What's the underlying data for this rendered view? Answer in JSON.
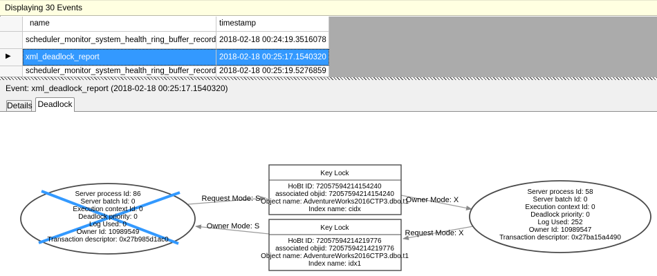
{
  "header": {
    "title": "Displaying 30 Events"
  },
  "grid": {
    "columns": [
      "name",
      "timestamp"
    ],
    "marker_glyph": "▶",
    "rows": [
      {
        "name": "scheduler_monitor_system_health_ring_buffer_recorded",
        "timestamp": "2018-02-18 00:24:19.3516078",
        "selected": false
      },
      {
        "name": "xml_deadlock_report",
        "timestamp": "2018-02-18 00:25:17.1540320",
        "selected": true
      },
      {
        "name": "scheduler_monitor_system_health_ring_buffer_recorded",
        "timestamp": "2018-02-18 00:25:19.5276859",
        "selected": false
      }
    ]
  },
  "event_bar": {
    "label": "Event: xml_deadlock_report (2018-02-18 00:25:17.1540320)"
  },
  "tabs": [
    {
      "label": "Details",
      "selected": false
    },
    {
      "label": "Deadlock",
      "selected": true
    }
  ],
  "deadlock_graph": {
    "processes": [
      {
        "id": "process-86",
        "victim": true,
        "lines": [
          "Server process Id: 86",
          "Server batch Id: 0",
          "Execution context Id: 0",
          "Deadlock priority: 0",
          "Log Used: 0",
          "Owner Id: 10989549",
          "Transaction descriptor: 0x27b985d1ac0"
        ]
      },
      {
        "id": "process-58",
        "victim": false,
        "lines": [
          "Server process Id: 58",
          "Server batch Id: 0",
          "Execution context Id: 0",
          "Deadlock priority: 0",
          "Log Used: 252",
          "Owner Id: 10989547",
          "Transaction descriptor: 0x27ba15a4490"
        ]
      }
    ],
    "resources": [
      {
        "id": "key-lock-cidx",
        "title": "Key Lock",
        "lines": [
          "HoBt ID: 72057594214154240",
          "associated objid: 72057594214154240",
          "Object name: AdventureWorks2016CTP3.dbo.t1",
          "Index name: cidx"
        ]
      },
      {
        "id": "key-lock-idx1",
        "title": "Key Lock",
        "lines": [
          "HoBt ID: 72057594214219776",
          "associated objid: 72057594214219776",
          "Object name: AdventureWorks2016CTP3.dbo.t1",
          "Index name: idx1"
        ]
      }
    ],
    "edges": [
      {
        "label": "Request Mode: S",
        "from": "process-86",
        "to": "key-lock-cidx"
      },
      {
        "label": "Owner Mode: S",
        "from": "key-lock-idx1",
        "to": "process-86"
      },
      {
        "label": "Owner Mode: X",
        "from": "key-lock-cidx",
        "to": "process-58"
      },
      {
        "label": "Request Mode: X",
        "from": "process-58",
        "to": "key-lock-idx1"
      }
    ]
  },
  "colors": {
    "selection_blue": "#3399FF",
    "victim_x_blue": "#3399FF",
    "info_bar_yellow": "#FFFFE1",
    "grid_filler_gray": "#ABABAB"
  }
}
